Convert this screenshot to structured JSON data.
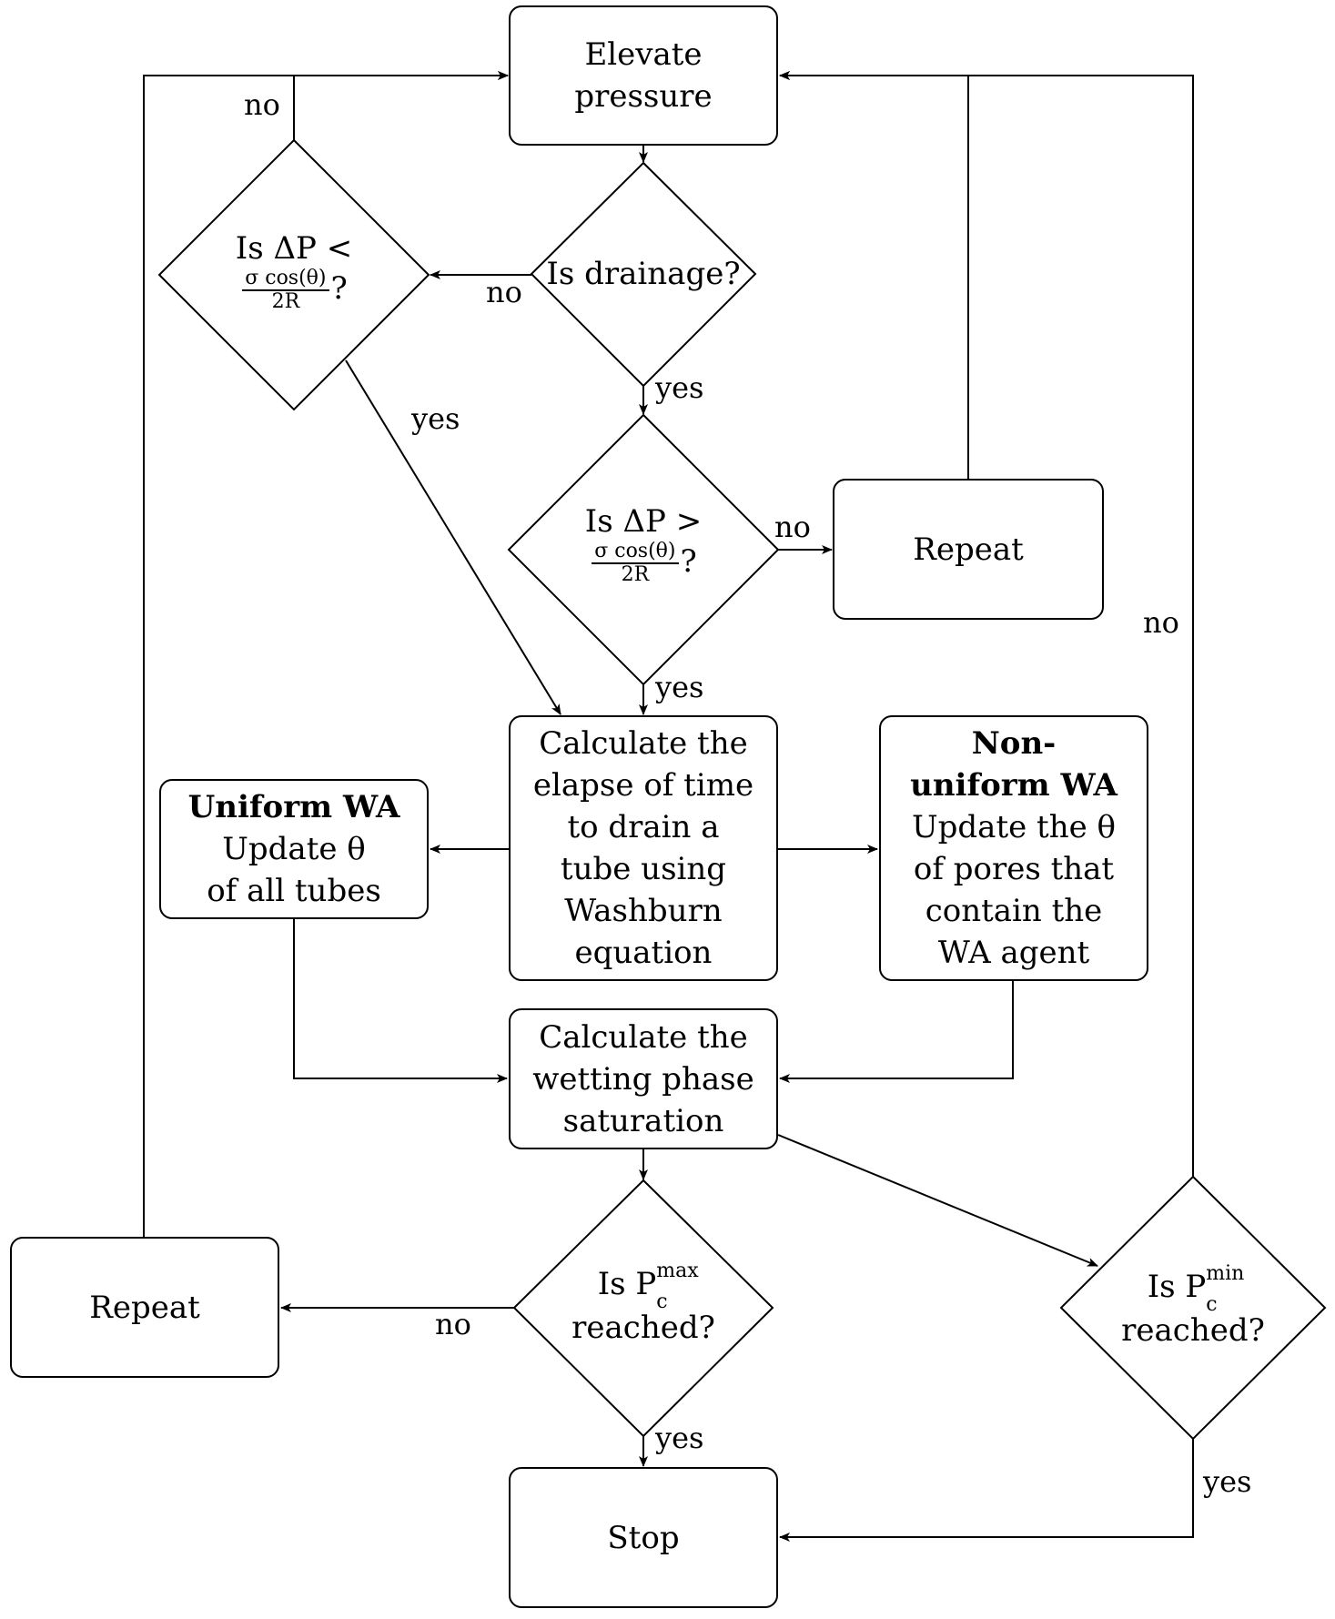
{
  "nodes": {
    "elevate": [
      "Elevate",
      "pressure"
    ],
    "calc_time": [
      "Calculate the",
      "elapse of time",
      "to drain a",
      "tube using",
      "Washburn",
      "equation"
    ],
    "uniform": {
      "title": "Uniform WA",
      "lines": [
        "Update θ",
        "of all tubes"
      ]
    },
    "nonuniform": {
      "title": [
        "Non-",
        "uniform WA"
      ],
      "lines": [
        "Update the θ",
        "of pores that",
        "contain the",
        "WA agent"
      ]
    },
    "calc_sat": [
      "Calculate the",
      "wetting phase",
      "saturation"
    ],
    "repeat_right": "Repeat",
    "repeat_left": "Repeat",
    "stop": "Stop"
  },
  "decisions": {
    "drainage": "Is drainage?",
    "dp_less": {
      "prefix": "Is ΔP <",
      "num": "σ cos(θ)",
      "den": "2R",
      "suffix": "?"
    },
    "dp_greater": {
      "prefix": "Is ΔP >",
      "num": "σ cos(θ)",
      "den": "2R",
      "suffix": "?"
    },
    "pc_max": {
      "prefix": "Is P",
      "sub": "c",
      "sup": "max",
      "line2": "reached?"
    },
    "pc_min": {
      "prefix": "Is P",
      "sub": "c",
      "sup": "min",
      "line2": "reached?"
    }
  },
  "edge_labels": {
    "no_top_left": "no",
    "no_drainage": "no",
    "yes_drainage": "yes",
    "yes_dp_less": "yes",
    "no_dp_greater": "no",
    "yes_dp_greater": "yes",
    "no_pc_min": "no",
    "no_pc_max": "no",
    "yes_pc_max": "yes",
    "yes_pc_min": "yes"
  }
}
